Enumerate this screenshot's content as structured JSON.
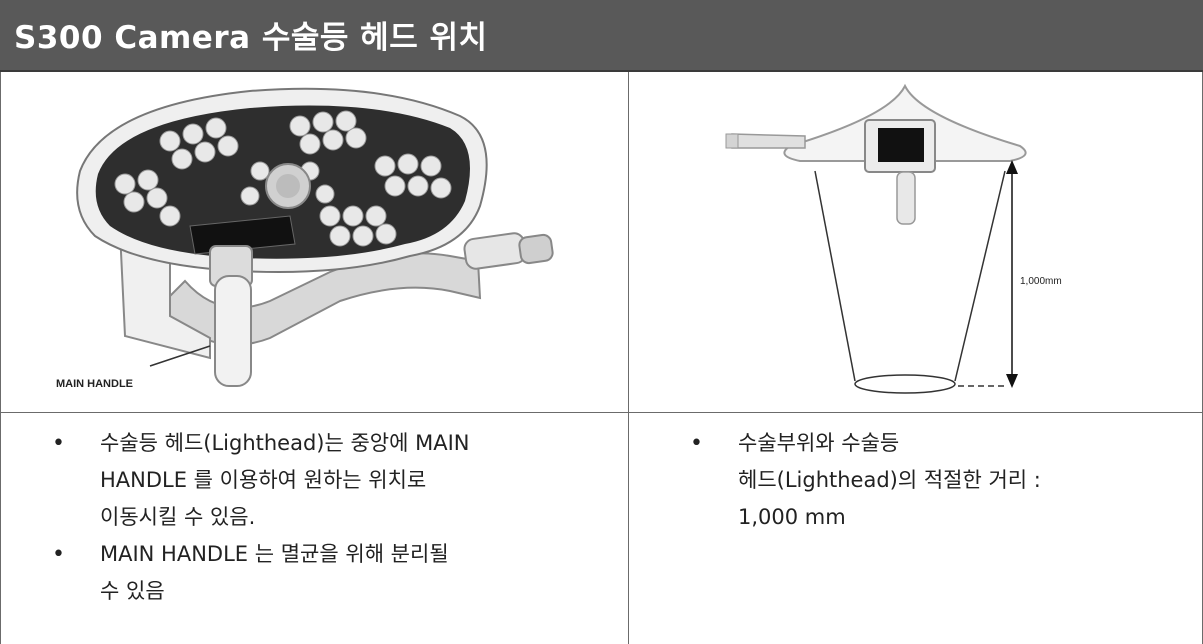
{
  "title": "S300 Camera 수술등 헤드 위치",
  "left_image": {
    "icon": "surgical-lighthead-with-handle-illustration",
    "label": "MAIN HANDLE"
  },
  "right_image": {
    "icon": "lighthead-side-view-beam-diagram",
    "distance_label": "1,000mm"
  },
  "left_notes": [
    [
      "수술등 헤드(Lighthead)는 중앙에 MAIN",
      "HANDLE 를 이용하여 원하는 위치로",
      "이동시킬 수 있음."
    ],
    [
      "MAIN HANDLE 는 멸균을 위해 분리될",
      "수 있음"
    ]
  ],
  "right_notes": [
    [
      "수술부위와 수술등",
      "헤드(Lighthead)의 적절한 거리 :",
      "1,000 mm"
    ]
  ],
  "bullet_symbol": "•",
  "colors": {
    "title_bg": "#595959",
    "title_text": "#ffffff",
    "border": "#6b6b6b"
  }
}
